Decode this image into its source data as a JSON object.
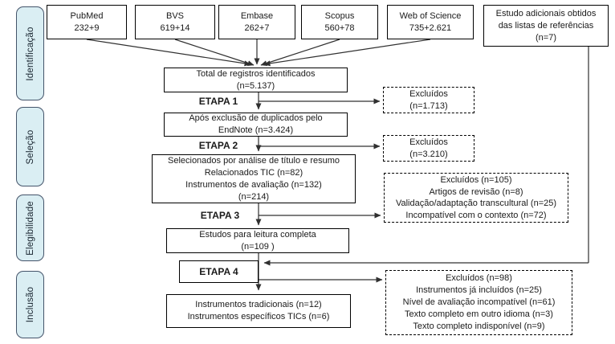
{
  "diagram": {
    "title_semantic": "PRISMA-style study selection flow diagram (Portuguese)",
    "colors": {
      "stage_fill": "#daeef3",
      "stage_border": "#44546a",
      "box_border": "#000000",
      "arrow": "#303030",
      "text": "#1a1a1a"
    },
    "stages": [
      {
        "label": "Identificação"
      },
      {
        "label": "Seleção"
      },
      {
        "label": "Elegibilidade"
      },
      {
        "label": "Inclusão"
      }
    ],
    "sources": [
      {
        "name": "PubMed",
        "count": "232+9"
      },
      {
        "name": "BVS",
        "count": "619+14"
      },
      {
        "name": "Embase",
        "count": "262+7"
      },
      {
        "name": "Scopus",
        "count": "560+78"
      },
      {
        "name": "Web of Science",
        "count": "735+2.621"
      }
    ],
    "additional": {
      "lines": [
        "Estudo adicionais obtidos",
        "das listas de referências",
        "(n=7)"
      ]
    },
    "total": {
      "lines": [
        "Total de registros identificados",
        "(n=5.137)"
      ]
    },
    "etapa1": "ETAPA 1",
    "excluded1": {
      "lines": [
        "Excluídos",
        "(n=1.713)"
      ]
    },
    "dedup": {
      "lines": [
        "Após exclusão de duplicados pelo",
        "EndNote  (n=3.424)"
      ]
    },
    "etapa2": "ETAPA 2",
    "excluded2": {
      "lines": [
        "Excluídos",
        "(n=3.210)"
      ]
    },
    "screened": {
      "lines": [
        "Selecionados por análise de título e resumo",
        "Relacionados TIC (n=82)",
        "Instrumentos de avaliação (n=132)",
        "(n=214)"
      ]
    },
    "etapa3": "ETAPA 3",
    "excluded3": {
      "lines": [
        "Excluídos (n=105)",
        "Artigos de revisão (n=8)",
        "Validação/adaptação transcultural (n=25)",
        "Incompatível com o contexto (n=72)"
      ]
    },
    "fulltext": {
      "lines": [
        "Estudos para leitura completa",
        "(n=109 )"
      ]
    },
    "etapa4": "ETAPA 4",
    "excluded4": {
      "lines": [
        "Excluídos (n=98)",
        "Instrumentos já incluídos (n=25)",
        "Nível de avaliação incompatível (n=61)",
        "Texto completo em outro idioma (n=3)",
        "Texto completo indisponível (n=9)"
      ]
    },
    "included": {
      "lines": [
        "Instrumentos tradicionais (n=12)",
        "Instrumentos específicos TICs (n=6)"
      ]
    }
  }
}
